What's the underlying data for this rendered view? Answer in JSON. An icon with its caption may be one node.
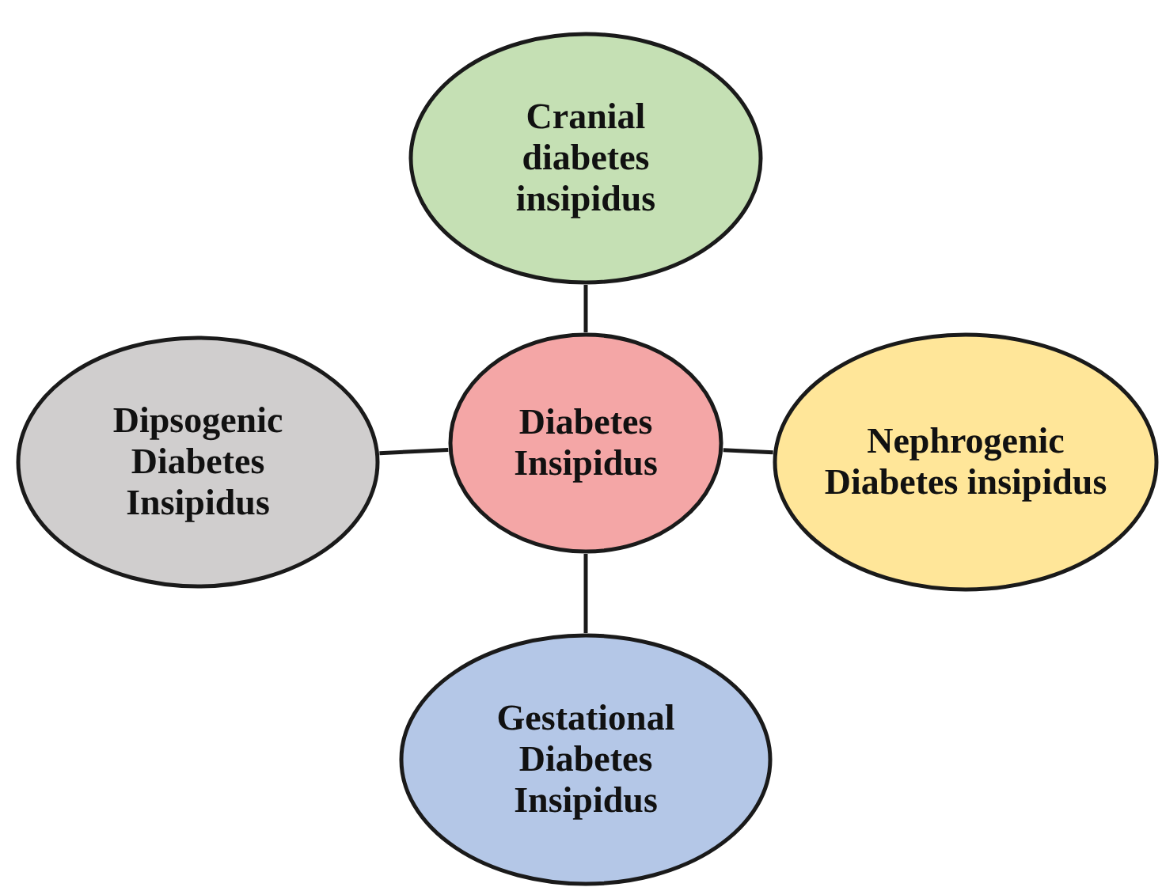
{
  "diagram": {
    "nodes": [
      {
        "text": [
          "Cranial diabetes insipidus"
        ]
      },
      {
        "text": [
          "Dipsogenic Diabetes Insipidus"
        ]
      },
      {
        "text": [
          "Diabetes Insipidus"
        ]
      },
      {
        "text": [
          "Nephrogenic Diabetes insipidus"
        ]
      },
      {
        "text": [
          "Gestational Diabetes Insipidus"
        ]
      }
    ],
    "edges": [
      {
        "from": 2,
        "to": 0,
        "arrow": "none"
      },
      {
        "from": 2,
        "to": 1,
        "arrow": "none"
      },
      {
        "from": 2,
        "to": 3,
        "arrow": "none"
      },
      {
        "from": 2,
        "to": 4,
        "arrow": "none"
      }
    ]
  }
}
